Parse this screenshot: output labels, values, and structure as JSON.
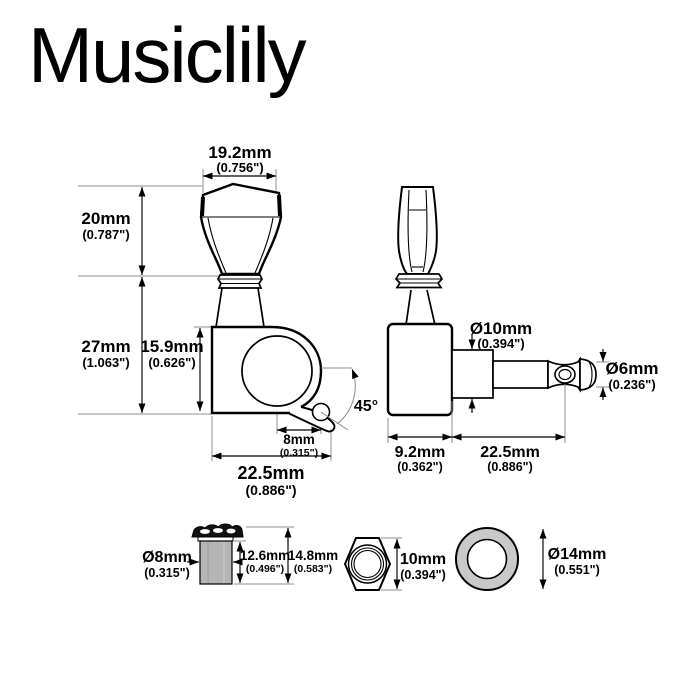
{
  "brand": {
    "logo_text": "Musiclily"
  },
  "colors": {
    "line": "#000000",
    "background": "#ffffff",
    "thread_fill": "#b5b5b5",
    "washer_fill": "#c9c9c9"
  },
  "labels": {
    "front": {
      "button_width_mm": "19.2mm",
      "button_width_in": "(0.756\")",
      "button_height_mm": "20mm",
      "button_height_in": "(0.787\")",
      "total_height_mm": "27mm",
      "total_height_in": "(1.063\")",
      "housing_height_mm": "15.9mm",
      "housing_height_in": "(0.626\")",
      "screw_offset_mm": "8mm",
      "screw_offset_in": "(0.315\")",
      "width_mm": "22.5mm",
      "width_in": "(0.886\")",
      "ear_angle": "45°"
    },
    "side": {
      "post_dia_mm": "Ø10mm",
      "post_dia_in": "(0.394\")",
      "tip_dia_mm": "Ø6mm",
      "tip_dia_in": "(0.236\")",
      "housing_depth_mm": "9.2mm",
      "housing_depth_in": "(0.362\")",
      "post_len_mm": "22.5mm",
      "post_len_in": "(0.886\")"
    },
    "bushing": {
      "thread_dia_mm": "Ø8mm",
      "thread_dia_in": "(0.315\")",
      "body_h_mm": "12.6mm",
      "body_h_in": "(0.496\")",
      "total_h_mm": "14.8mm",
      "total_h_in": "(0.583\")"
    },
    "nut": {
      "size_mm": "10mm",
      "size_in": "(0.394\")"
    },
    "washer": {
      "dia_mm": "Ø14mm",
      "dia_in": "(0.551\")"
    }
  }
}
